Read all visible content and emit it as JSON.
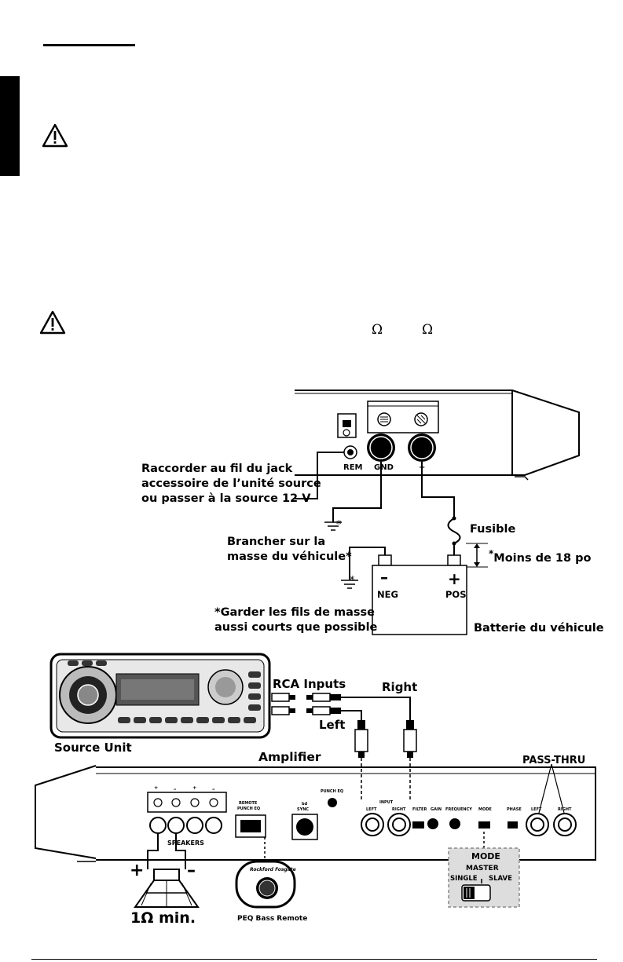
{
  "symbols": {
    "ohm": "Ω"
  },
  "wiring": {
    "rem_label": "REM",
    "gnd_label": "GND",
    "pos_terminal_label": "+",
    "remote_note_lines": [
      "Raccorder au fil du jack",
      "accessoire de l’unité source",
      "ou passer à la source 12 V"
    ],
    "fuse_label": "Fusible",
    "fuse_distance": "Moins de 18 po",
    "chassis_ground_lines": [
      "Brancher sur la",
      "masse du véhicule*"
    ],
    "neg_sign": "–",
    "neg_label": "NEG",
    "pos_sign": "+",
    "pos_label": "POS",
    "short_ground_lines": [
      "*Garder les fils de masse",
      "aussi courts que possible"
    ],
    "battery_label": "Batterie du véhicule",
    "asterisk": "*"
  },
  "connections": {
    "rca_inputs": "RCA Inputs",
    "right": "Right",
    "left": "Left",
    "source_unit": "Source Unit",
    "amplifier": "Amplifier",
    "pass_thru": "PASS-THRU",
    "speakers": "SPEAKERS",
    "remote_punch_eq": [
      "REMOTE",
      "PUNCH EQ"
    ],
    "punch_eq": "PUNCH EQ",
    "bd_sync": [
      "bd",
      "SYNC"
    ],
    "input": "INPUT",
    "left_small": "LEFT",
    "right_small": "RIGHT",
    "filter": "FILTER",
    "gain": "GAIN",
    "frequency": "FREQUENCY",
    "mode": "MODE",
    "phase": "PHASE",
    "master": "MASTER",
    "single": "SINGLE",
    "slave": "SLAVE",
    "plus": "+",
    "minus": "–",
    "min_impedance": "1Ω min.",
    "peq_bass_remote": "PEQ Bass Remote",
    "brand": "Rockford Fosgate"
  }
}
